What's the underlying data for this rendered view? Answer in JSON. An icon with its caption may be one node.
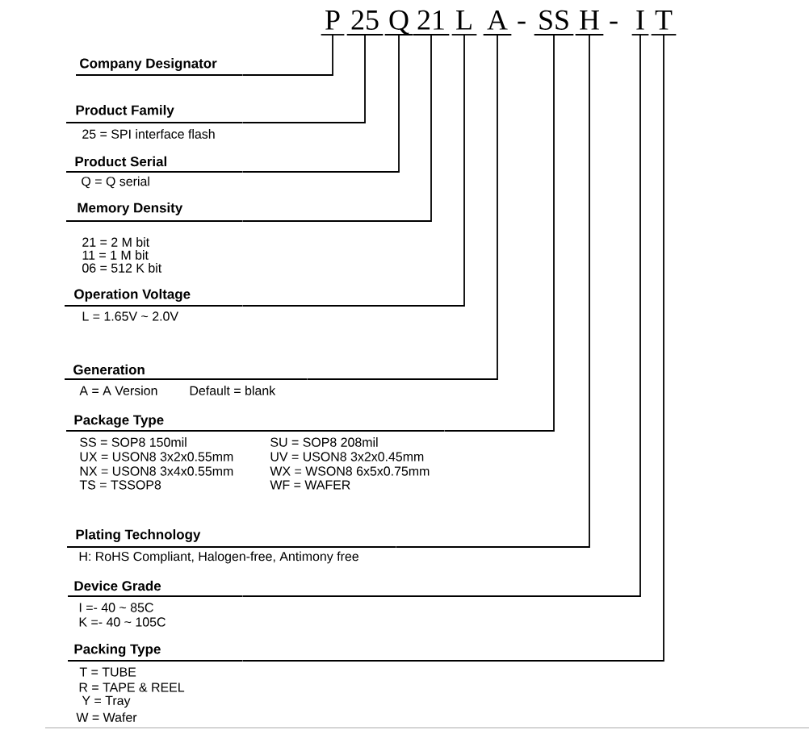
{
  "diagram": {
    "nodes": [
      {
        "text": [
          "P"
        ]
      },
      {
        "text": [
          "25"
        ]
      },
      {
        "text": [
          "Q"
        ]
      },
      {
        "text": [
          "21"
        ]
      },
      {
        "text": [
          "L"
        ]
      },
      {
        "text": [
          "A"
        ]
      },
      {
        "text": [
          "SS"
        ]
      },
      {
        "text": [
          "H"
        ]
      },
      {
        "text": [
          "I"
        ]
      },
      {
        "text": [
          "T"
        ]
      },
      {
        "text": [
          "Company Designator"
        ]
      },
      {
        "text": [
          "Product Family",
          "25 = SPI interface flash"
        ]
      },
      {
        "text": [
          "Product Serial",
          "Q = Q serial"
        ]
      },
      {
        "text": [
          "Memory Density",
          "21 = 2 M bit",
          "11 = 1 M bit",
          "06 = 512 K bit"
        ]
      },
      {
        "text": [
          "Operation Voltage",
          "L = 1.65V ~ 2.0V"
        ]
      },
      {
        "text": [
          "Generation",
          "A = A Version",
          "Default = blank"
        ]
      },
      {
        "text": [
          "Package Type",
          "SS = SOP8 150mil",
          "SU = SOP8 208mil",
          "UX = USON8 3x2x0.55mm",
          "UV = USON8 3x2x0.45mm",
          "NX = USON8 3x4x0.55mm",
          "WX = WSON8 6x5x0.75mm",
          "TS = TSSOP8",
          "WF = WAFER"
        ]
      },
      {
        "text": [
          "Plating Technology",
          "H: RoHS Compliant, Halogen-free, Antimony free"
        ]
      },
      {
        "text": [
          "Device Grade",
          "I =- 40 ~ 85C",
          "K =- 40 ~ 105C"
        ]
      },
      {
        "text": [
          "Packing Type",
          "T = TUBE",
          "R = TAPE & REEL",
          "Y = Tray",
          "W = Wafer"
        ]
      }
    ],
    "edges": [
      {
        "from": 0,
        "to": 10,
        "arrow": "none"
      },
      {
        "from": 1,
        "to": 11,
        "arrow": "none"
      },
      {
        "from": 2,
        "to": 12,
        "arrow": "none"
      },
      {
        "from": 3,
        "to": 13,
        "arrow": "none"
      },
      {
        "from": 4,
        "to": 14,
        "arrow": "none"
      },
      {
        "from": 5,
        "to": 15,
        "arrow": "none"
      },
      {
        "from": 6,
        "to": 16,
        "arrow": "none"
      },
      {
        "from": 7,
        "to": 17,
        "arrow": "none"
      },
      {
        "from": 8,
        "to": 18,
        "arrow": "none"
      },
      {
        "from": 9,
        "to": 19,
        "arrow": "none"
      }
    ],
    "labels": [
      "-",
      "-"
    ]
  }
}
